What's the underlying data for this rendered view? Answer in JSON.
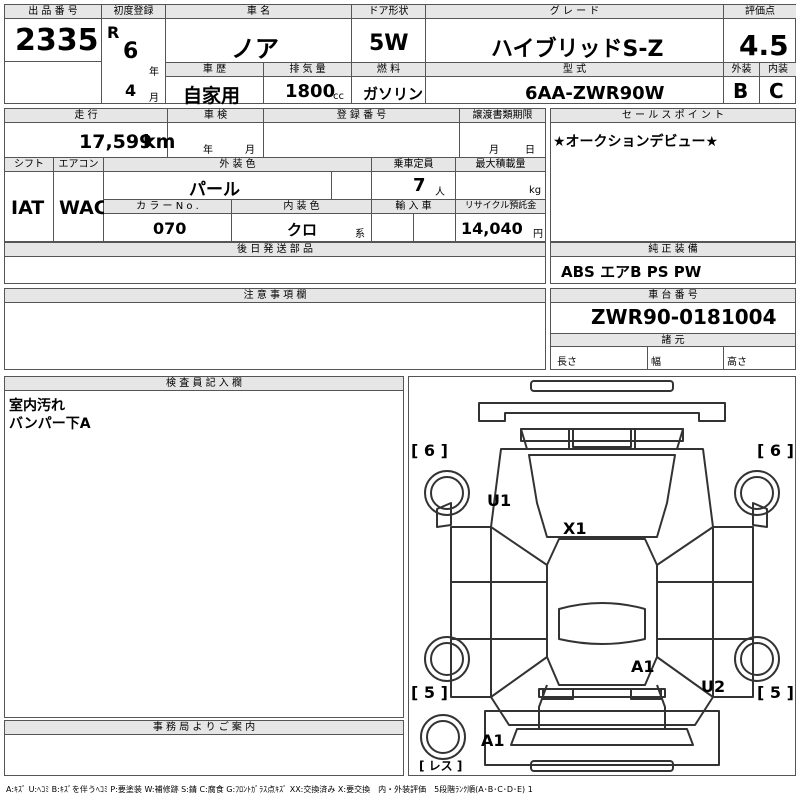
{
  "labels": {
    "lot_no": "出 品 番 号",
    "first_reg": "初度登録",
    "car_name": "車 名",
    "door": "ドア形状",
    "grade": "グ レ ー ド",
    "score": "評価点",
    "history": "車 歴",
    "displacement": "排 気 量",
    "fuel": "燃 料",
    "model": "型 式",
    "exterior": "外装",
    "interior": "内装",
    "mileage": "走 行",
    "inspection": "車 検",
    "reg_no": "登 録 番 号",
    "transfer": "譲渡書類期限",
    "sales_point": "セ ー ル ス ポ イ ン ト",
    "shift": "シフト",
    "aircon": "エアコン",
    "ext_color": "外 装 色",
    "capacity": "乗車定員",
    "max_load": "最大積載量",
    "color_no": "カ ラ ー N o .",
    "int_color": "内 装 色",
    "import": "輸 入 車",
    "recycle": "リサイクル預託金",
    "later_parts": "後 日 発 送 部 品",
    "genuine_equip": "純 正 装 備",
    "caution": "注 意 事 項 欄",
    "chassis_no": "車 台 番 号",
    "specs": "諸 元",
    "length": "長さ",
    "width": "幅",
    "height": "高さ",
    "inspector": "検 査 員 記 入 欄",
    "office": "事 務 局 よ り ご 案 内"
  },
  "values": {
    "lot_no": "2335",
    "era": "R",
    "year": "6",
    "year_unit": "年",
    "month": "4",
    "month_unit": "月",
    "car_name": "ノア",
    "door": "5W",
    "grade": "ハイブリッドS-Z",
    "score": "4.5",
    "history": "自家用",
    "displacement": "1800",
    "displacement_unit": "cc",
    "fuel": "ガソリン",
    "model": "6AA-ZWR90W",
    "exterior_grade": "B",
    "interior_grade": "C",
    "mileage": "17,599",
    "mileage_unit": "km",
    "insp_year_unit": "年",
    "insp_month_unit": "月",
    "transfer_month_unit": "月",
    "transfer_day_unit": "日",
    "sales_point": "★オークションデビュー★",
    "shift": "IAT",
    "aircon": "WAC",
    "ext_color": "パール",
    "capacity": "7",
    "capacity_unit": "人",
    "max_load_unit": "kg",
    "color_no": "070",
    "int_color": "クロ",
    "int_color_unit": "系",
    "recycle": "14,040",
    "recycle_unit": "円",
    "genuine_equip": "ABS エアB PS PW",
    "chassis_no": "ZWR90-0181004"
  },
  "inspector_notes": [
    "室内汚れ",
    "バンパー下A"
  ],
  "diagram": {
    "tire_fl": "[ 6 ]",
    "tire_fr": "[ 6 ]",
    "tire_rl": "[ 5 ]",
    "tire_rr": "[ 5 ]",
    "spare": "[ レス ]",
    "marks": {
      "u1": "U1",
      "x1": "X1",
      "a1_rear": "A1",
      "u2": "U2",
      "a1_bumper": "A1"
    }
  },
  "legend": "A:ｷｽﾞ U:ﾍｺﾐ B:ｷｽﾞを伴うﾍｺﾐ P:要塗装 W:補修跡 S:錆 C:腐食 G:ﾌﾛﾝﾄｶﾞﾗｽ点ｷｽﾞ XX:交換済み X:要交換　内・外装評価　5段階ﾗﾝｸ順(A･B･C･D･E) 1"
}
